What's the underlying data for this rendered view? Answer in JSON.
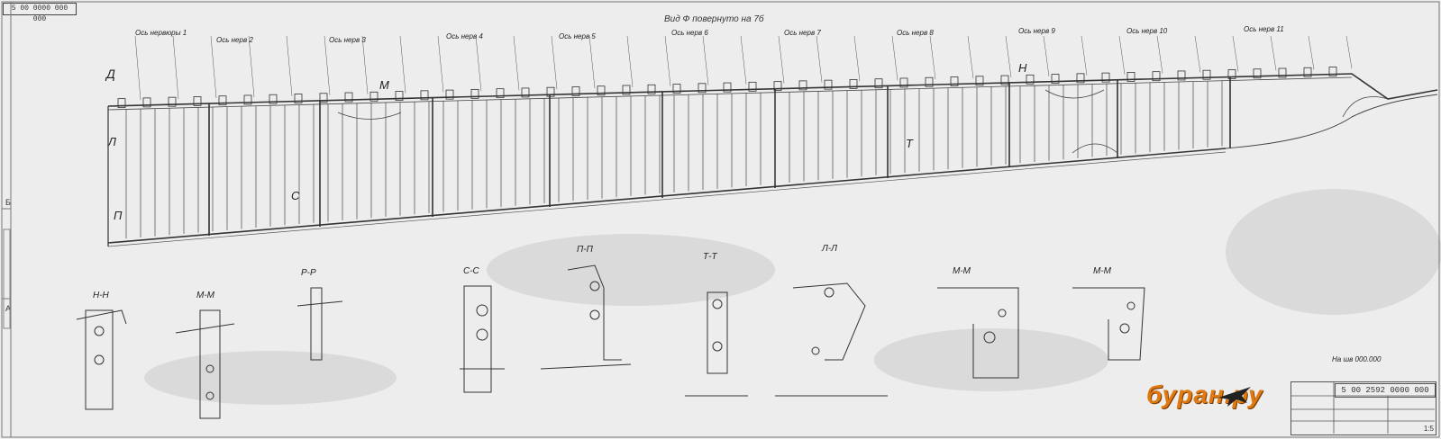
{
  "drawing": {
    "stamp_code": "5 00 0000 000 000",
    "view_title": "Вид Ф повернуто на 7б",
    "drawing_number": "5 00 2592 0000 000",
    "sheet_scale": "1:5",
    "zone_a": "А",
    "zone_b": "Б",
    "note": "На шв 000.000"
  },
  "axis_labels": [
    "Ось нервюры 1",
    "Ось нерв 2",
    "Ось нерв 3",
    "Ось нерв 4",
    "Ось нерв 5",
    "Ось нерв 6",
    "Ось нерв 7",
    "Ось нерв 8",
    "Ось нерв 9",
    "Ось нерв 10",
    "Ось нерв 11"
  ],
  "section_titles": [
    {
      "id": "nn",
      "text": "Н-Н"
    },
    {
      "id": "mm",
      "text": "М-М"
    },
    {
      "id": "rr",
      "text": "Р-Р"
    },
    {
      "id": "ss",
      "text": "С-С"
    },
    {
      "id": "pp",
      "text": "П-П"
    },
    {
      "id": "tt",
      "text": "Т-Т"
    },
    {
      "id": "ll",
      "text": "Л-Л"
    },
    {
      "id": "mm2",
      "text": "М-М"
    },
    {
      "id": "mm3",
      "text": "М-М"
    }
  ],
  "view_markers": [
    "Д",
    "Л",
    "М",
    "Н",
    "П",
    "С",
    "Т"
  ],
  "watermark": {
    "text": "буран.ру"
  }
}
